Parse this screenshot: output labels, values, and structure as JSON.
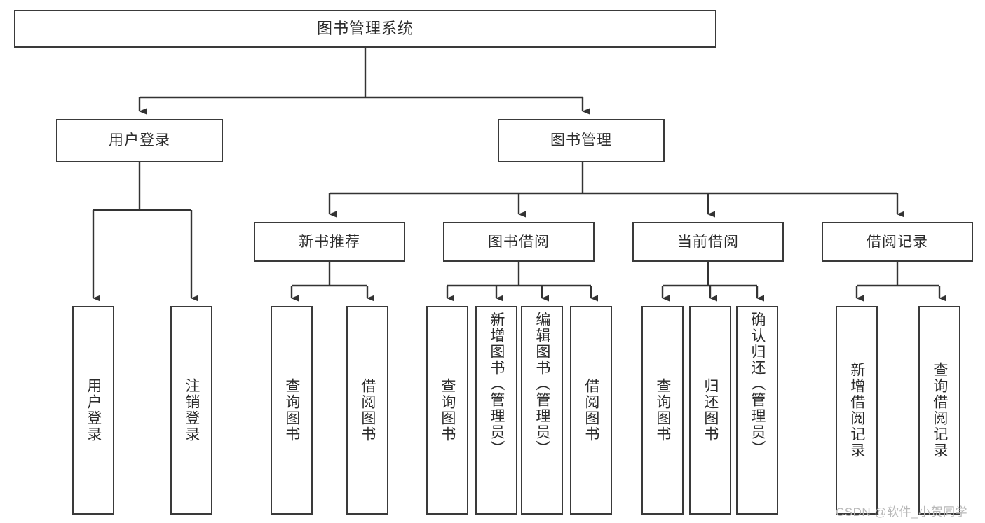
{
  "diagram": {
    "title": "图书管理系统",
    "type": "tree-hierarchy-chart",
    "colors": {
      "border": "#3a3a3a",
      "background": "#ffffff",
      "text": "#2b2b2b",
      "watermark": "#b9b9b9"
    },
    "root": {
      "label": "图书管理系统"
    },
    "level2": [
      {
        "label": "用户登录"
      },
      {
        "label": "图书管理"
      }
    ],
    "level3": [
      {
        "label": "新书推荐"
      },
      {
        "label": "图书借阅"
      },
      {
        "label": "当前借阅"
      },
      {
        "label": "借阅记录"
      }
    ],
    "leaves": {
      "user_login": [
        {
          "label": "用户登录"
        },
        {
          "label": "注销登录"
        }
      ],
      "new_book_recommend": [
        {
          "label": "查询图书"
        },
        {
          "label": "借阅图书"
        }
      ],
      "book_borrow": [
        {
          "label": "查询图书"
        },
        {
          "label": "新增图书（管理员）"
        },
        {
          "label": "编辑图书（管理员）"
        },
        {
          "label": "借阅图书"
        }
      ],
      "current_borrow": [
        {
          "label": "查询图书"
        },
        {
          "label": "归还图书"
        },
        {
          "label": "确认归还（管理员）"
        }
      ],
      "borrow_record": [
        {
          "label": "新增借阅记录"
        },
        {
          "label": "查询借阅记录"
        }
      ]
    }
  },
  "watermark": {
    "text": "CSDN @软件_小贺同学"
  }
}
